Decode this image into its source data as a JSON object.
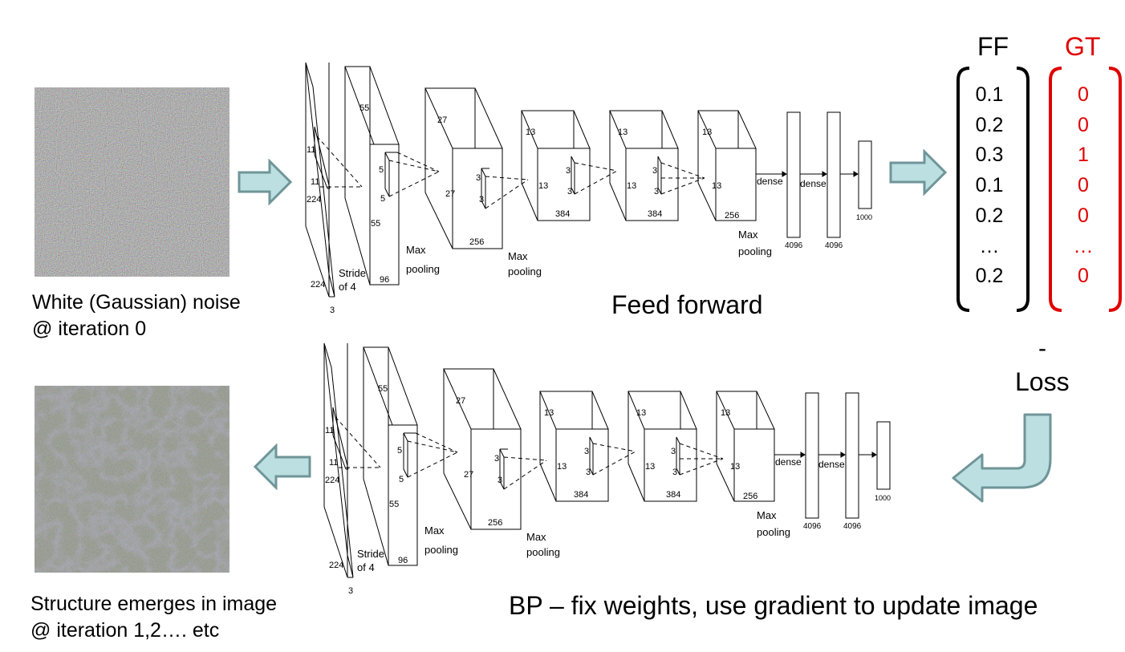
{
  "colors": {
    "red": "#e00000",
    "arrow_fill": "#bcdfe1",
    "arrow_stroke": "#6f9598"
  },
  "input_images": [
    {
      "name": "noise-image",
      "caption_lines": [
        "White (Gaussian) noise",
        "@ iteration 0"
      ]
    },
    {
      "name": "structured-image",
      "caption_lines": [
        "Structure emerges in image",
        "@ iteration 1,2…. etc"
      ]
    }
  ],
  "network": {
    "labels": {
      "n224a": "224",
      "n224b": "224",
      "n3": "3",
      "n11a": "11",
      "n11b": "11",
      "n55a": "55",
      "n55b": "55",
      "n96": "96",
      "n5a": "5",
      "n5b": "5",
      "stride1": "Stride",
      "stride2": "of 4",
      "n27a": "27",
      "n27b": "27",
      "n256a": "256",
      "max1": "Max",
      "pool1": "pooling",
      "n3a": "3",
      "n3b": "3",
      "max2": "Max",
      "pool2": "pooling",
      "n13a": "13",
      "n13b": "13",
      "n384a": "384",
      "n3c": "3",
      "n3d": "3",
      "n13c": "13",
      "n13d": "13",
      "n384b": "384",
      "n3e": "3",
      "n3f": "3",
      "n13e": "13",
      "n13f": "13",
      "n256b": "256",
      "max3": "Max",
      "pool3": "pooling",
      "dense1": "dense",
      "dense2": "dense",
      "n4096a": "4096",
      "n4096b": "4096",
      "n1000": "1000"
    }
  },
  "feed_forward_label": "Feed forward",
  "backprop_label": "BP – fix weights, use gradient to update image",
  "ff_vector": {
    "title": "FF",
    "values": [
      "0.1",
      "0.2",
      "0.3",
      "0.1",
      "0.2",
      "…",
      "0.2"
    ]
  },
  "gt_vector": {
    "title": "GT",
    "values": [
      "0",
      "0",
      "1",
      "0",
      "0",
      "…",
      "0"
    ]
  },
  "loss": {
    "minus": "-",
    "label": "Loss"
  }
}
